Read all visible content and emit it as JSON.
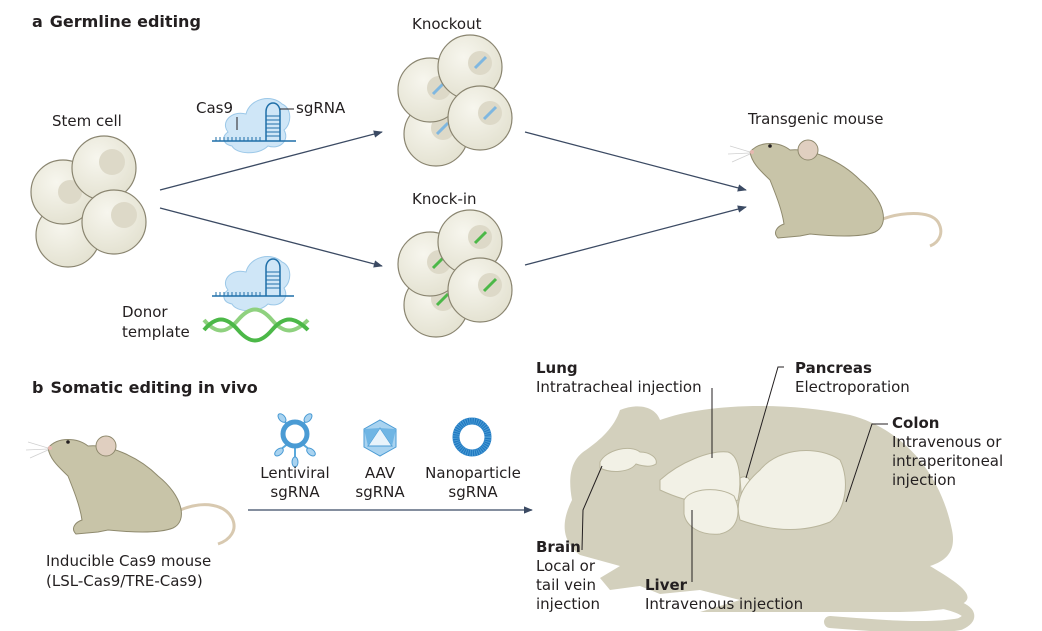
{
  "panel_a": {
    "letter": "a",
    "title": "Germline editing",
    "stem_cell_label": "Stem cell",
    "cas9_label": "Cas9",
    "sgrna_label": "sgRNA",
    "donor_label_line1": "Donor",
    "donor_label_line2": "template",
    "knockout_label": "Knockout",
    "knockin_label": "Knock-in",
    "result_label": "Transgenic mouse"
  },
  "panel_b": {
    "letter": "b",
    "title": "Somatic editing in vivo",
    "mouse_label_line1": "Inducible Cas9 mouse",
    "mouse_label_line2": "(LSL-Cas9/TRE-Cas9)",
    "vectors": [
      {
        "line1": "Lentiviral",
        "line2": "sgRNA",
        "icon": "lentivirus-icon"
      },
      {
        "line1": "AAV",
        "line2": "sgRNA",
        "icon": "aav-icon"
      },
      {
        "line1": "Nanoparticle",
        "line2": "sgRNA",
        "icon": "nanoparticle-icon"
      }
    ],
    "organs": {
      "lung": {
        "name": "Lung",
        "method": "Intratracheal injection"
      },
      "pancreas": {
        "name": "Pancreas",
        "method": "Electroporation"
      },
      "colon": {
        "name": "Colon",
        "method_line1": "Intravenous or",
        "method_line2": "intraperitoneal",
        "method_line3": "injection"
      },
      "brain": {
        "name": "Brain",
        "method_line1": "Local or",
        "method_line2": "tail vein",
        "method_line3": "injection"
      },
      "liver": {
        "name": "Liver",
        "method": "Intravenous injection"
      }
    }
  },
  "colors": {
    "cell_fill": "#efeee2",
    "cell_stroke": "#8a8570",
    "nucleus": "#ddd9c8",
    "knockout_mark": "#7fb7e0",
    "knockin_mark": "#4cb848",
    "cas9_fill": "#cfe6f7",
    "rna": "#1f6fa8",
    "arrow": "#3b4a63",
    "mouse": "#c8c4a8",
    "silhouette": "#d3d0bd",
    "organ": "#f2f1e6"
  }
}
